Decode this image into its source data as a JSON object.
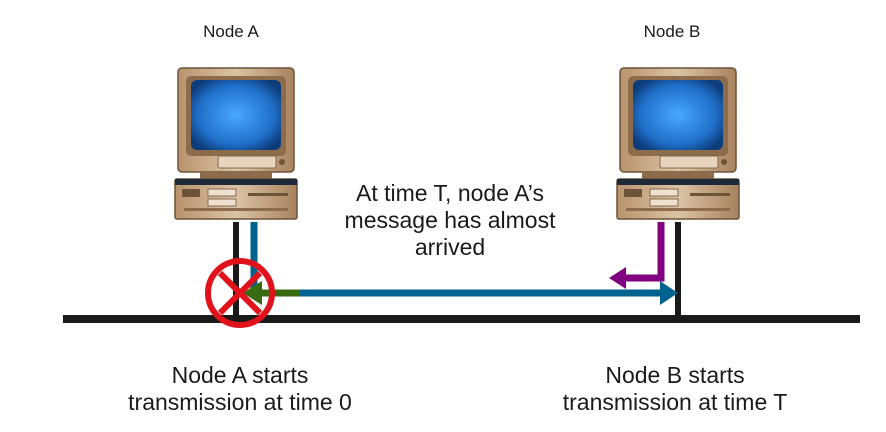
{
  "nodes": {
    "a": {
      "title": "Node A",
      "caption_line1": "Node A starts",
      "caption_line2": "transmission at time 0"
    },
    "b": {
      "title": "Node B",
      "caption_line1": "Node B starts",
      "caption_line2": "transmission at time T"
    }
  },
  "middle": {
    "line1": "At time T, node A’s",
    "line2": "message has almost",
    "line3": "arrived"
  },
  "colors": {
    "bus": "#1a1a1a",
    "signal_a": "#00628f",
    "signal_b": "#800080",
    "collision_green": "#386b10",
    "no_symbol": "#e0121b",
    "computer_body": "#cdb191",
    "screen": "#2f8fe6"
  },
  "icons": {
    "computer": "desktop-computer-icon",
    "collision": "prohibited-icon"
  }
}
